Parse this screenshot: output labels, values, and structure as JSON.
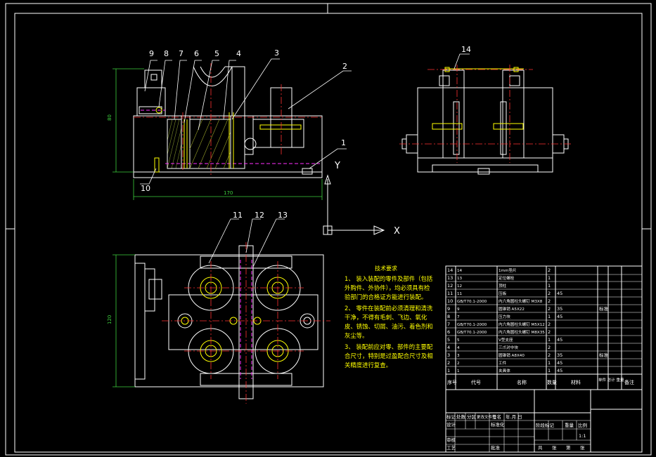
{
  "drawing": {
    "part_labels": [
      {
        "id": "9",
        "text": "9"
      },
      {
        "id": "8",
        "text": "8"
      },
      {
        "id": "7",
        "text": "7"
      },
      {
        "id": "6",
        "text": "6"
      },
      {
        "id": "5",
        "text": "5"
      },
      {
        "id": "4",
        "text": "4"
      },
      {
        "id": "3",
        "text": "3"
      },
      {
        "id": "2",
        "text": "2"
      },
      {
        "id": "1",
        "text": "1"
      },
      {
        "id": "10",
        "text": "10"
      },
      {
        "id": "14",
        "text": "14"
      },
      {
        "id": "11",
        "text": "11"
      },
      {
        "id": "12",
        "text": "12"
      },
      {
        "id": "13",
        "text": "13"
      }
    ],
    "dimensions": {
      "height_front": "80",
      "width_front": "170",
      "height_top": "120"
    },
    "axes": {
      "x": "X",
      "y": "Y"
    }
  },
  "technical_notes": {
    "title": "技术要求",
    "items": [
      "1、 装入装配的零件及部件（包括",
      "外购件、外协件），均必须具有检",
      "验部门的合格证方能进行装配。",
      "2、 零件在装配前必须清理和清洗",
      "干净，不得有毛刺、飞边、氧化",
      "皮、锈蚀、切屑、油污、着色剂和",
      "灰尘等。",
      "3、 装配前应对零、部件的主要配",
      "合尺寸，特别是过盈配合尺寸及相",
      "关精度进行复查。"
    ]
  },
  "parts_list": {
    "rows": [
      [
        "14",
        "14",
        "1mm垫片",
        "2",
        "",
        ""
      ],
      [
        "13",
        "13",
        "定位螺栓",
        "1",
        "",
        ""
      ],
      [
        "12",
        "12",
        "顶柱",
        "1",
        "",
        ""
      ],
      [
        "11",
        "11",
        "压板",
        "2",
        "45",
        ""
      ],
      [
        "10",
        "GB/T70.1-2000",
        "内六角圆柱头螺钉 M3X8",
        "2",
        "",
        ""
      ],
      [
        "9",
        "9",
        "圆锥销 A5X22",
        "2",
        "35",
        "标准"
      ],
      [
        "8",
        "7",
        "压力块",
        "1",
        "45",
        ""
      ],
      [
        "7",
        "GB/T70.1-2000",
        "内六角圆柱头螺钉 M5X12",
        "2",
        "",
        ""
      ],
      [
        "6",
        "GB/T70.1-2000",
        "内六角圆柱头螺钉 M8X35",
        "2",
        "",
        ""
      ],
      [
        "5",
        "5",
        "V型支座",
        "1",
        "45",
        ""
      ],
      [
        "4",
        "4",
        "三爪对中块",
        "2",
        "",
        ""
      ],
      [
        "3",
        "3",
        "圆锥销 A8X40",
        "2",
        "35",
        "标准"
      ],
      [
        "2",
        "2",
        "工件",
        "1",
        "45",
        ""
      ],
      [
        "1",
        "1",
        "夹具体",
        "1",
        "45",
        ""
      ]
    ],
    "header": [
      "序号",
      "代号",
      "名称",
      "数量",
      "材料",
      "单件 总计 重量",
      "备注"
    ]
  },
  "title_block": {
    "row1": [
      "标记",
      "处数",
      "分区",
      "更改文件号",
      "签名",
      "年.月.日"
    ],
    "row2": [
      "设计",
      "",
      "",
      "标准化"
    ],
    "right_labels": [
      "阶段标记",
      "重量",
      "比例"
    ],
    "scale": "1:1",
    "row3": [
      "审核"
    ],
    "row4": [
      "工艺",
      "",
      "批准"
    ],
    "sheet": [
      "共",
      "张",
      "第",
      "张"
    ]
  }
}
